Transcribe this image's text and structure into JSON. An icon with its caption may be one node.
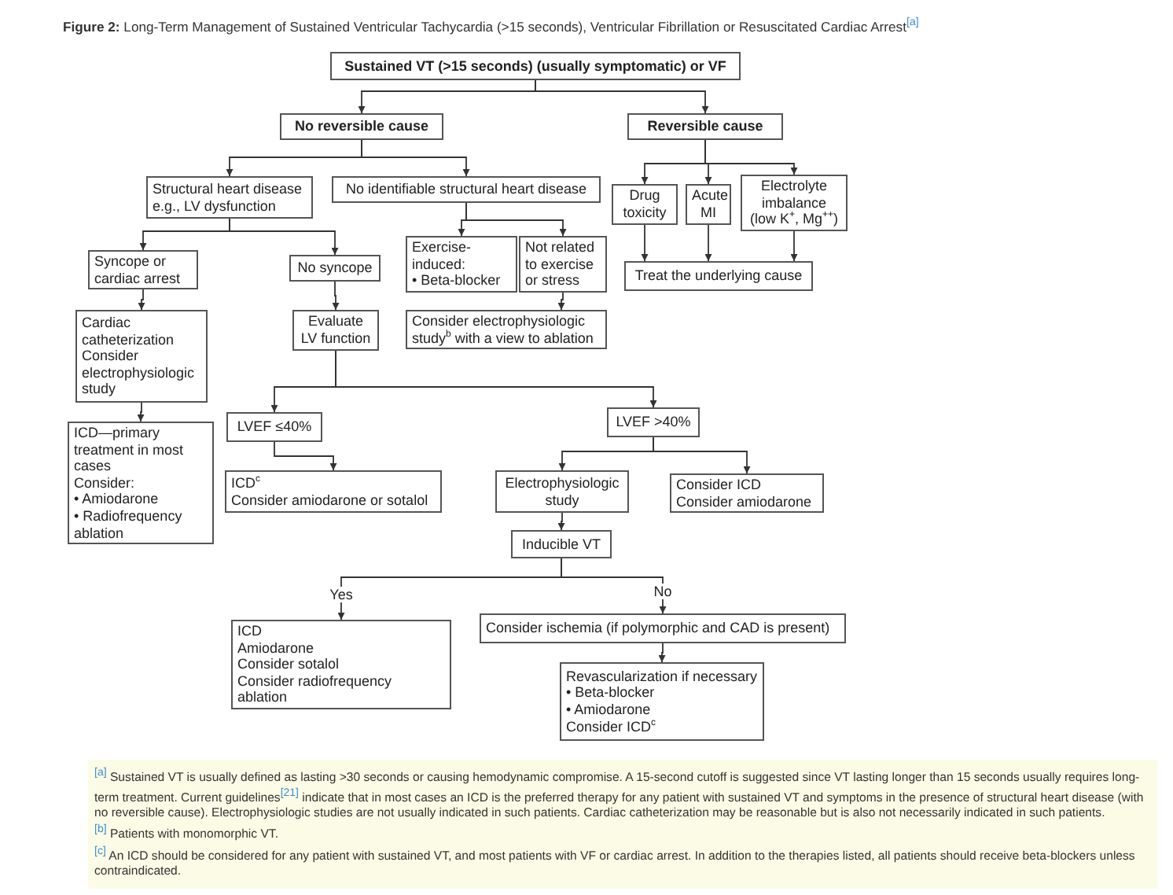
{
  "diagram": {
    "title": "**Figure 2:** Long-Term Management of Sustained Ventricular Tachycardia (>15 seconds), Ventricular Fibrillation or Resuscitated Cardiac Arrest$^{[a]}$",
    "nodes": [
      {
        "text": [
          "Sustained VT (>15 seconds) (usually symptomatic) or VF"
        ]
      },
      {
        "text": [
          "No reversible cause"
        ]
      },
      {
        "text": [
          "Reversible cause"
        ]
      },
      {
        "text": [
          "Structural heart disease e.g., LV dysfunction"
        ]
      },
      {
        "text": [
          "No identifiable structural heart disease"
        ]
      },
      {
        "text": [
          "Drug toxicity"
        ]
      },
      {
        "text": [
          "Acute MI"
        ]
      },
      {
        "text": [
          "Electrolyte imbalance (low K$^{+}$, Mg$^{++}$)"
        ]
      },
      {
        "text": [
          "Syncope or cardiac arrest"
        ]
      },
      {
        "text": [
          "No syncope"
        ]
      },
      {
        "text": [
          "Exercise-induced:",
          "• Beta-blocker"
        ]
      },
      {
        "text": [
          "Not related to exercise or stress"
        ]
      },
      {
        "text": [
          "Treat the underlying cause"
        ]
      },
      {
        "text": [
          "Cardiac catheterization",
          "Consider electrophysiologic study"
        ]
      },
      {
        "text": [
          "Evaluate LV function"
        ]
      },
      {
        "text": [
          "Consider electrophysiologic study$^{b}$ with a view to ablation"
        ]
      },
      {
        "text": [
          "ICD—primary treatment in most cases",
          "Consider:",
          "• Amiodarone",
          "• Radiofrequency ablation"
        ]
      },
      {
        "text": [
          "LVEF ≤40%"
        ]
      },
      {
        "text": [
          "ICD$^{c}$",
          "Consider amiodarone or sotalol"
        ]
      },
      {
        "text": [
          "LVEF >40%"
        ]
      },
      {
        "text": [
          "Electrophysiologic study"
        ]
      },
      {
        "text": [
          "Consider ICD",
          "Consider amiodarone"
        ]
      },
      {
        "text": [
          "Inducible VT"
        ]
      },
      {
        "text": [
          "ICD",
          "Amiodarone",
          "Consider sotalol",
          "Consider radiofrequency ablation"
        ]
      },
      {
        "text": [
          "Consider ischemia (if polymorphic and CAD is present)"
        ]
      },
      {
        "text": [
          "Revascularization if necessary",
          "• Beta-blocker",
          "• Amiodarone",
          "Consider ICD$^{c}$"
        ]
      }
    ],
    "edges": [
      {
        "from": 0,
        "to": 1,
        "arrow": "to"
      },
      {
        "from": 0,
        "to": 2,
        "arrow": "to"
      },
      {
        "from": 1,
        "to": 3,
        "arrow": "to"
      },
      {
        "from": 1,
        "to": 4,
        "arrow": "to"
      },
      {
        "from": 2,
        "to": 5,
        "arrow": "to"
      },
      {
        "from": 2,
        "to": 6,
        "arrow": "to"
      },
      {
        "from": 2,
        "to": 7,
        "arrow": "to"
      },
      {
        "from": 3,
        "to": 8,
        "arrow": "to"
      },
      {
        "from": 3,
        "to": 9,
        "arrow": "to"
      },
      {
        "from": 4,
        "to": 10,
        "arrow": "to"
      },
      {
        "from": 4,
        "to": 11,
        "arrow": "to"
      },
      {
        "from": 5,
        "to": 12,
        "arrow": "to"
      },
      {
        "from": 6,
        "to": 12,
        "arrow": "to"
      },
      {
        "from": 7,
        "to": 12,
        "arrow": "to"
      },
      {
        "from": 8,
        "to": 13,
        "arrow": "to"
      },
      {
        "from": 9,
        "to": 14,
        "arrow": "to"
      },
      {
        "from": 11,
        "to": 15,
        "arrow": "to"
      },
      {
        "from": 13,
        "to": 16,
        "arrow": "to"
      },
      {
        "from": 14,
        "to": 17,
        "arrow": "to"
      },
      {
        "from": 14,
        "to": 19,
        "arrow": "to"
      },
      {
        "from": 17,
        "to": 18,
        "arrow": "to"
      },
      {
        "from": 19,
        "to": 20,
        "arrow": "to"
      },
      {
        "from": 19,
        "to": 21,
        "arrow": "to"
      },
      {
        "from": 20,
        "to": 22,
        "arrow": "to"
      },
      {
        "from": 22,
        "to": 23,
        "label": "Yes",
        "arrow": "to"
      },
      {
        "from": 22,
        "to": 24,
        "label": "No",
        "arrow": "to"
      },
      {
        "from": 24,
        "to": 25,
        "arrow": "to"
      }
    ],
    "labels": [
      "$^{[a]}$ Sustained VT is usually defined as lasting >30 seconds or causing hemodynamic compromise. A 15-second cutoff is suggested since VT lasting longer than 15 seconds usually requires long-term treatment. Current guidelines$^{[21]}$ indicate that in most cases an ICD is the preferred therapy for any patient with sustained VT and symptoms in the presence of structural heart disease (with no reversible cause). Electrophysiologic studies are not usually indicated in such patients. Cardiac catheterization may be reasonable but is also not necessarily indicated in such patients.",
      "$^{[b]}$ Patients with monomorphic VT.",
      "$^{[c]}$ An ICD should be considered for any patient with sustained VT, and most patients with VF or cardiac arrest. In addition to the therapies listed, all patients should receive beta-blockers unless contraindicated."
    ]
  }
}
